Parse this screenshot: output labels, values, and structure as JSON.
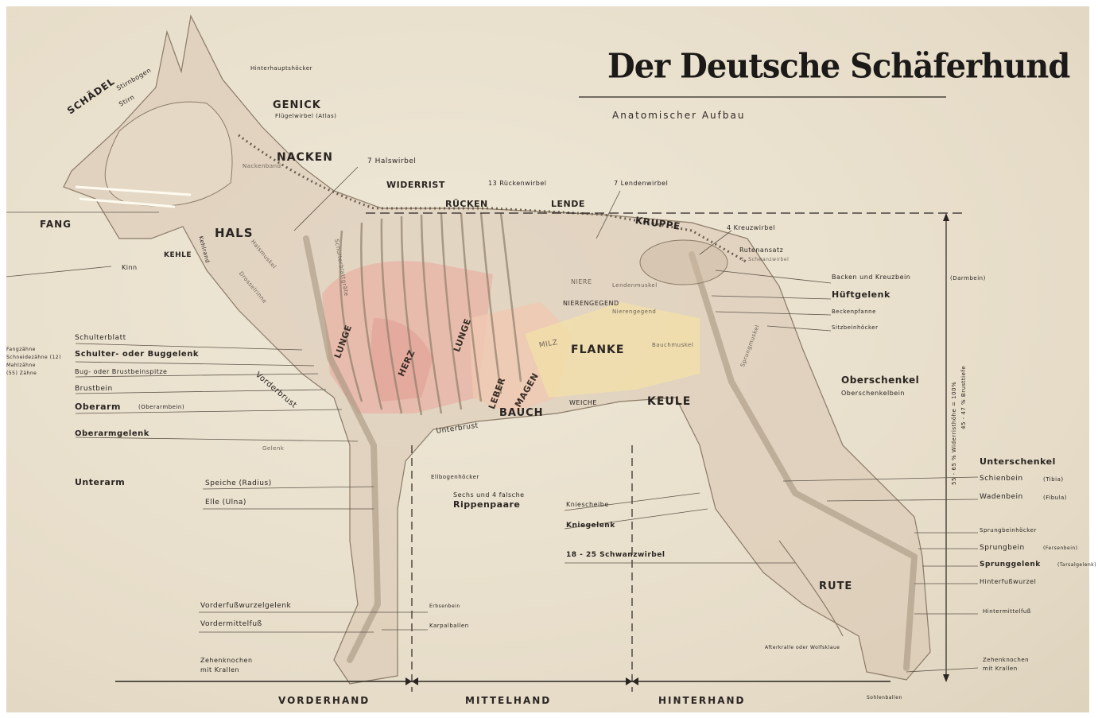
{
  "title": "Der Deutsche Schäferhund",
  "subtitle": "Anatomischer Aufbau",
  "labels": {
    "schaedel": "SCHÄDEL",
    "stirn": "Stirn",
    "stirnbogen": "Stirnbogen",
    "hinterhaupt": "Hinterhauptshöcker",
    "genick": "GENICK",
    "fluegelwirbel": "Flügelwirbel (Atlas)",
    "nacken": "NACKEN",
    "halswirbel": "7 Halswirbel",
    "widerrist": "WIDERRIST",
    "rueckenwirbel": "13 Rückenwirbel",
    "ruecken": "RÜCKEN",
    "lende": "LENDE",
    "lendenwirbel": "7 Lendenwirbel",
    "kruppe": "KRUPPE",
    "kreuzwirbel": "4 Kreuzwirbel",
    "rutenansatz": "Rutenansatz",
    "schwanzwirbel1": "1. Schwanzwirbel",
    "fang": "FANG",
    "hals": "HALS",
    "kehle": "KEHLE",
    "kinn": "Kinn",
    "kehlrand": "Kehlrand",
    "schulterblatt": "Schulterblatt",
    "schultergelenk": "Schulter- oder Buggelenk",
    "bugspitze": "Bug- oder Brustbeinspitze",
    "brustbein": "Brustbein",
    "oberarm": "Oberarm",
    "oberarmbein": "(Oberarmbein)",
    "oberarmgelenk": "Oberarmgelenk",
    "unterarm": "Unterarm",
    "speiche": "Speiche (Radius)",
    "elle": "Elle (Ulna)",
    "vorderbrust": "Vorderbrust",
    "unterbrust": "Unterbrust",
    "lunge1": "LUNGE",
    "herz": "HERZ",
    "lunge2": "LUNGE",
    "leber": "LEBER",
    "magen": "MAGEN",
    "milz": "MILZ",
    "niere": "NIERE",
    "nierengegend": "NIERENGEGEND",
    "flanke": "FLANKE",
    "bauch": "BAUCH",
    "weiche": "WEICHE",
    "keule": "KEULE",
    "ellbogenhoecker": "Ellbogenhöcker",
    "rippen1": "Sechs und 4 falsche",
    "rippen2": "Rippenpaare",
    "kniescheibe": "Kniescheibe",
    "kniegelenk": "Kniegelenk",
    "schwanzwirbel": "18 - 25 Schwanzwirbel",
    "rute": "RUTE",
    "backen": "Backen und Kreuzbein",
    "darmbein": "(Darmbein)",
    "hueftgelenk": "Hüftgelenk",
    "beckenpfanne": "Beckenpfanne",
    "sitzbein": "Sitzbeinhöcker",
    "oberschenkel": "Oberschenkel",
    "oberschenkelbein": "Oberschenkelbein",
    "unterschenkel": "Unterschenkel",
    "schienbein": "Schienbein",
    "tibia": "(Tibia)",
    "wadenbein": "Wadenbein",
    "fibula": "(Fibula)",
    "sprungbeinhoecker": "Sprungbeinhöcker",
    "sprungbein": "Sprungbein",
    "fersenbein": "(Fersenbein)",
    "sprunggelenk": "Sprunggelenk",
    "tarsal": "(Tarsalgelenk)",
    "hinterfusswurzel": "Hinterfußwurzel",
    "hintermittelfuss": "Hintermittelfuß",
    "zehenknochen_h1": "Zehenknochen",
    "zehenknochen_h2": "mit Krallen",
    "afterklaue": "Afterkralle oder Wolfsklaue",
    "ballen": "Sohlenballen",
    "vorderfusswurzel": "Vorderfußwurzelgelenk",
    "vordermittelfuss": "Vordermittelfuß",
    "erbsenbein": "Erbsenbein",
    "karpalballen": "Karpalballen",
    "zehenknochen_v1": "Zehenknochen",
    "zehenknochen_v2": "mit Krallen",
    "hoehe": "55 - 65 % Widerristhöhe = 100%",
    "brusttiefe": "45 - 47 % Brusttiefe"
  },
  "faint": {
    "schulterblattgraeten": "Schulterblattgräte",
    "nackenband": "Nackenband",
    "halsmuskel": "Halsmuskel",
    "halsader": "Drosselrinne",
    "nierenmuskel": "Nierengegend",
    "bauchmuskel": "Bauchmuskel",
    "aufbaumuskel": "Lendenmuskel",
    "sprungmuskel": "Sprungmuskel",
    "gelenk": "Gelenk"
  },
  "left_edge": {
    "a": "Fangzähne",
    "b": "Schneidezähne (12)",
    "c": "Mahlzähne",
    "d": "(55) Zähne"
  },
  "sections": {
    "vorderhand": "VORDERHAND",
    "mittelhand": "MITTELHAND",
    "hinterhand": "HINTERHAND"
  },
  "colors": {
    "paper": "#e9e1cf",
    "ink": "#2a2522",
    "lung": "#e8b3a6",
    "liver": "#f0c8b2",
    "stomach": "#f3e0a8"
  }
}
